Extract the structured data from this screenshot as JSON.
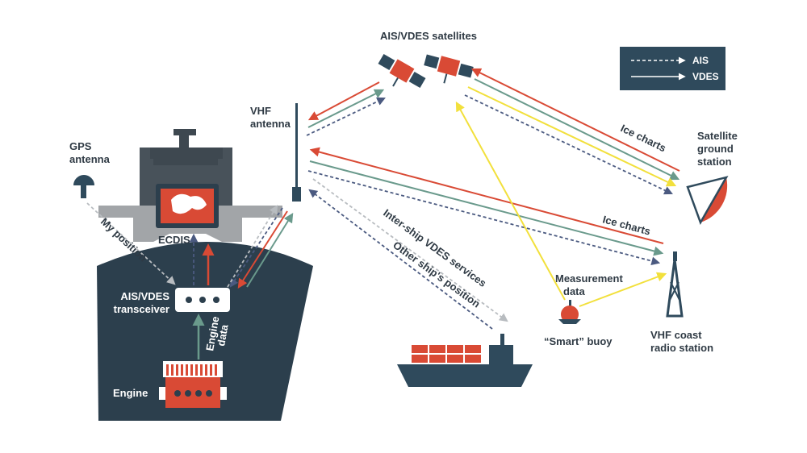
{
  "legend": {
    "ais": "AIS",
    "vdes": "VDES"
  },
  "labels": {
    "satellites": "AIS/VDES satellites",
    "vhf_antenna_1": "VHF",
    "vhf_antenna_2": "antenna",
    "gps_1": "GPS",
    "gps_2": "antenna",
    "ecdis": "ECDIS",
    "my_position": "My position",
    "transceiver_1": "AIS/VDES",
    "transceiver_2": "transceiver",
    "engine": "Engine",
    "engine_data_1": "Engine",
    "engine_data_2": "data",
    "inter_ship": "Inter-ship VDES services",
    "other_ship": "Other ship's position",
    "ice_charts_upper": "Ice charts",
    "ice_charts_lower": "Ice charts",
    "measurement_1": "Measurement",
    "measurement_2": "data",
    "buoy": "“Smart” buoy",
    "ground_1": "Satellite",
    "ground_2": "ground",
    "ground_3": "station",
    "coast_1": "VHF coast",
    "coast_2": "radio station"
  },
  "colors": {
    "navy": "#2f4a5c",
    "red": "#d94a35",
    "teal": "#6a9a8c",
    "yellow": "#f2e03c",
    "gray": "#9aa0a4",
    "dashnavy": "#4b5a80",
    "hull": "#2c3f4d"
  }
}
